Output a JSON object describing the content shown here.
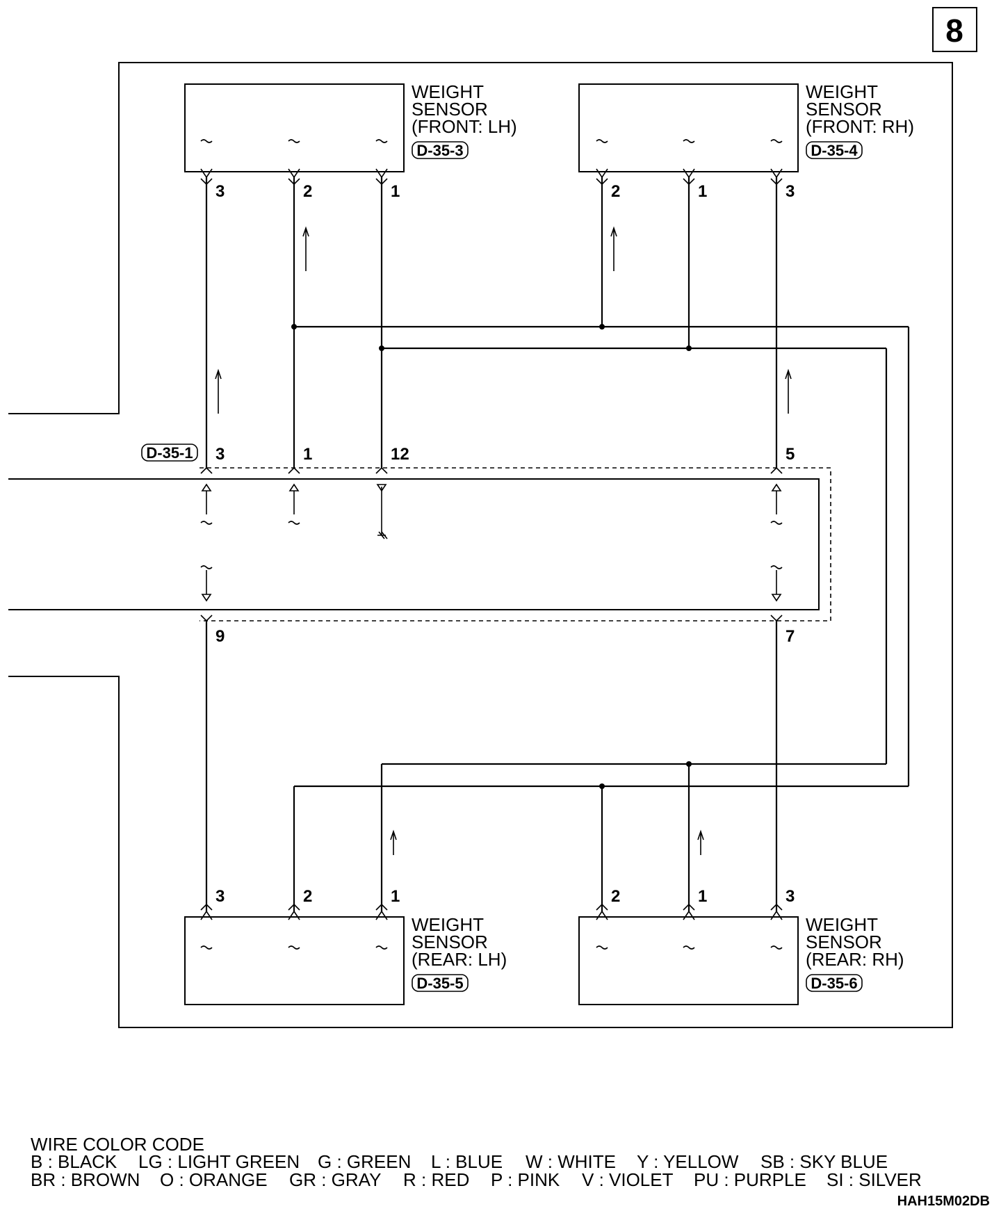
{
  "page_number": "8",
  "sensors": {
    "front_lh": {
      "lines": [
        "WEIGHT",
        "SENSOR",
        "(FRONT: LH)"
      ],
      "connector": "D-35-3",
      "pins": [
        "3",
        "2",
        "1"
      ]
    },
    "front_rh": {
      "lines": [
        "WEIGHT",
        "SENSOR",
        "(FRONT: RH)"
      ],
      "connector": "D-35-4",
      "pins": [
        "2",
        "1",
        "3"
      ]
    },
    "rear_lh": {
      "lines": [
        "WEIGHT",
        "SENSOR",
        "(REAR: LH)"
      ],
      "connector": "D-35-5",
      "pins": [
        "3",
        "2",
        "1"
      ]
    },
    "rear_rh": {
      "lines": [
        "WEIGHT",
        "SENSOR",
        "(REAR: RH)"
      ],
      "connector": "D-35-6",
      "pins": [
        "2",
        "1",
        "3"
      ]
    }
  },
  "ecu": {
    "connector": "D-35-1",
    "top_pins": [
      "3",
      "1",
      "12",
      "5"
    ],
    "bottom_pins": [
      "9",
      "7"
    ]
  },
  "wire_color_code": {
    "title": "WIRE COLOR CODE",
    "row1": [
      "B : BLACK",
      "LG : LIGHT GREEN",
      "G : GREEN",
      "L : BLUE",
      "W : WHITE",
      "Y : YELLOW",
      "SB : SKY BLUE"
    ],
    "row2": [
      "BR : BROWN",
      "O : ORANGE",
      "GR : GRAY",
      "R : RED",
      "P : PINK",
      "V : VIOLET",
      "PU : PURPLE",
      "SI : SILVER"
    ]
  },
  "drawing_ref": "HAH15M02DB"
}
